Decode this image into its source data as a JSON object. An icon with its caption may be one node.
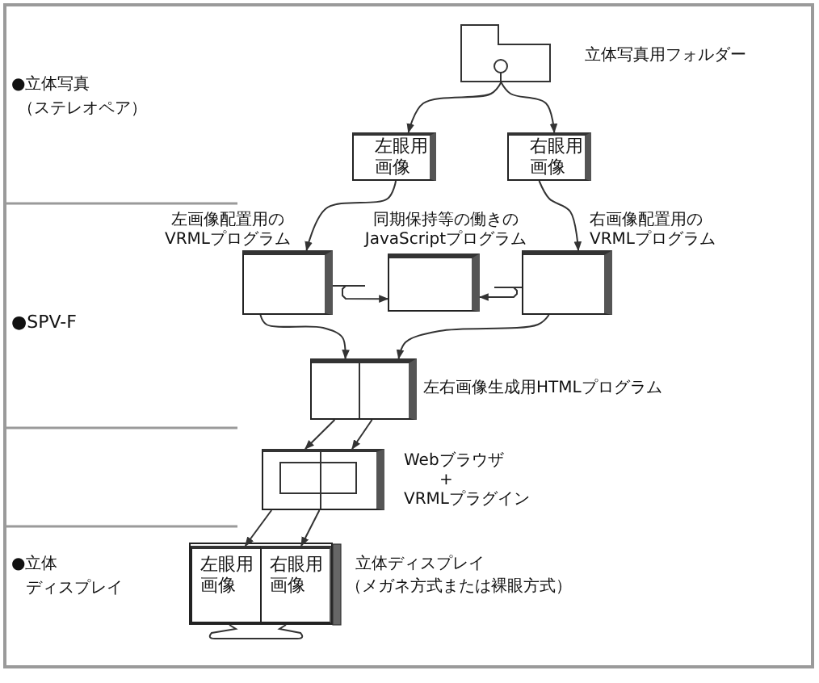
{
  "diagram": {
    "nodes": [
      {
        "text": [],
        "shape": "folder",
        "beside": [
          "立体写真用フォルダー"
        ]
      },
      {
        "text": [
          "左眼用画像"
        ]
      },
      {
        "text": [
          "右眼用画像"
        ]
      },
      {
        "text": [],
        "shape": "box",
        "beside": [
          "左画像配置用のVRMLプログラム"
        ]
      },
      {
        "text": [],
        "shape": "box",
        "beside": [
          "同期保持等の働きのJavaScriptプログラム"
        ]
      },
      {
        "text": [],
        "shape": "box",
        "beside": [
          "右画像配置用のVRMLプログラム"
        ]
      },
      {
        "text": [],
        "shape": "box",
        "beside": [
          "左右画像生成用HTMLプログラム"
        ]
      },
      {
        "text": [],
        "shape": "box",
        "beside": [
          "Webブラウザ",
          "+",
          "VRMLプラグイン"
        ]
      },
      {
        "text": [],
        "shape": "monitor",
        "beside": [
          "立体ディスプレイ",
          "（メガネ方式または裸眼方式）"
        ]
      },
      {
        "text": [
          "左眼用画像"
        ],
        "in": 8
      },
      {
        "text": [
          "右眼用画像"
        ],
        "in": 8
      }
    ],
    "edges": [
      {
        "from": 0,
        "to": 1,
        "arrow": "to"
      },
      {
        "from": 0,
        "to": 2,
        "arrow": "to"
      },
      {
        "from": 1,
        "to": 3,
        "arrow": "to"
      },
      {
        "from": 2,
        "to": 5,
        "arrow": "to"
      },
      {
        "from": 3,
        "to": 4,
        "arrow": "to"
      },
      {
        "from": 5,
        "to": 4,
        "arrow": "to"
      },
      {
        "from": 3,
        "to": 6,
        "arrow": "to"
      },
      {
        "from": 5,
        "to": 6,
        "arrow": "to"
      },
      {
        "from": 6,
        "to": 7,
        "arrow": "to"
      },
      {
        "from": 6,
        "to": 7,
        "arrow": "to"
      },
      {
        "from": 7,
        "to": 9,
        "arrow": "to"
      },
      {
        "from": 7,
        "to": 10,
        "arrow": "to"
      }
    ],
    "labels": [
      "●立体写真",
      "（ステレオペア）",
      "●SPV-F",
      "●立体",
      "ディスプレイ"
    ]
  }
}
